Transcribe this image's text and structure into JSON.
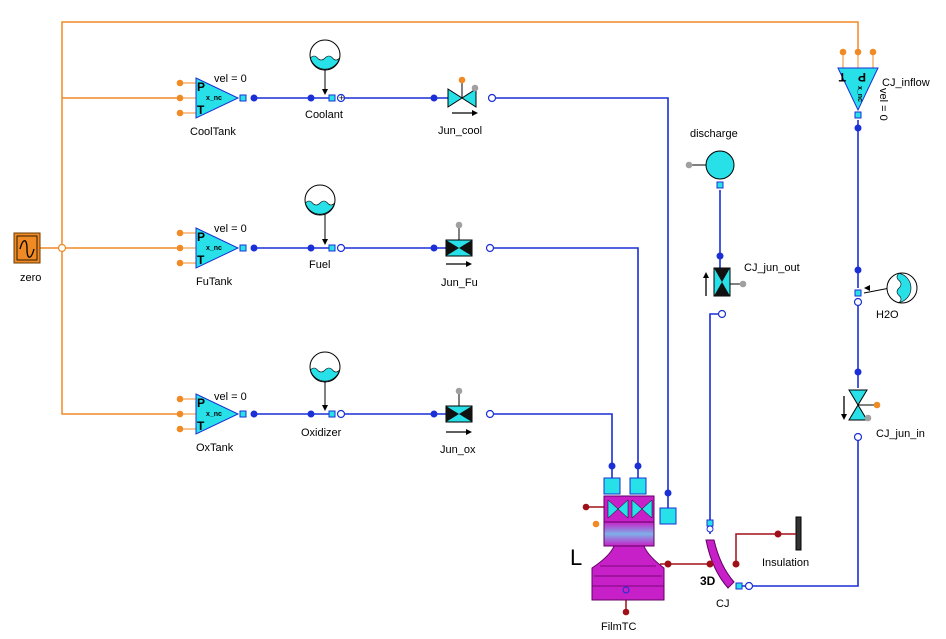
{
  "colors": {
    "wire_signal": "#f08a24",
    "wire_fluid": "#1a2fd6",
    "wire_thermal": "#a01018",
    "component_fill": "#28e0e8",
    "engine_fill": "#c820c8",
    "port_blue": "#1a2fd6",
    "port_orange": "#f08a24",
    "port_gray": "#a0a0a0"
  },
  "components": {
    "zero": {
      "label": "zero",
      "icon": "sine-source-icon"
    },
    "cooltank": {
      "label": "CoolTank",
      "vel": "vel = 0",
      "p": "P",
      "xnc": "x_nc",
      "t": "T"
    },
    "futank": {
      "label": "FuTank",
      "vel": "vel = 0",
      "p": "P",
      "xnc": "x_nc",
      "t": "T"
    },
    "oxtank": {
      "label": "OxTank",
      "vel": "vel = 0",
      "p": "P",
      "xnc": "x_nc",
      "t": "T"
    },
    "coolant": {
      "label": "Coolant",
      "icon": "fluid-properties-icon"
    },
    "fuel": {
      "label": "Fuel",
      "icon": "fluid-properties-icon"
    },
    "oxidizer": {
      "label": "Oxidizer",
      "icon": "fluid-properties-icon"
    },
    "jun_cool": {
      "label": "Jun_cool",
      "icon": "valve-icon"
    },
    "jun_fu": {
      "label": "Jun_Fu",
      "icon": "orifice-junction-icon"
    },
    "jun_ox": {
      "label": "Jun_ox",
      "icon": "orifice-junction-icon"
    },
    "discharge": {
      "label": "discharge",
      "icon": "pressure-boundary-icon"
    },
    "cj_jun_out": {
      "label": "CJ_jun_out",
      "icon": "orifice-junction-icon"
    },
    "cj_inflow": {
      "label": "CJ_inflow",
      "vel": "vel = 0",
      "p": "P",
      "xnc": "x_nc",
      "t": "T"
    },
    "h2o": {
      "label": "H2O",
      "icon": "fluid-properties-icon"
    },
    "cj_jun_in": {
      "label": "CJ_jun_in",
      "icon": "valve-icon"
    },
    "filmtc": {
      "label": "FilmTC",
      "letter": "L",
      "icon": "rocket-engine-icon"
    },
    "cj": {
      "label": "CJ",
      "badge": "3D",
      "icon": "cooling-jacket-icon"
    },
    "insulation": {
      "label": "Insulation",
      "icon": "insulation-wall-icon"
    }
  }
}
